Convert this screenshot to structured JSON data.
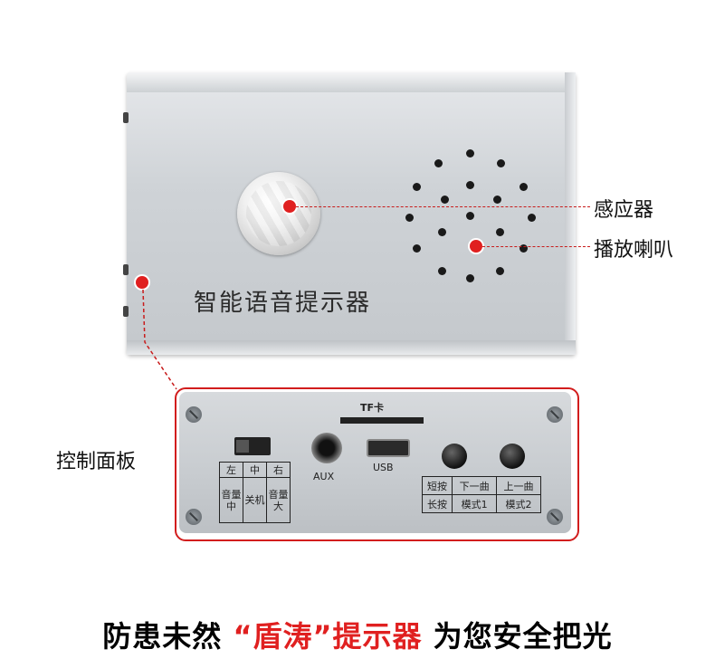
{
  "device": {
    "label": "智能语音提示器"
  },
  "callouts": {
    "sensor": "感应器",
    "speaker": "播放喇叭",
    "panel": "控制面板"
  },
  "panel": {
    "tf_label": "TF卡",
    "aux_label": "AUX",
    "usb_label": "USB",
    "switch_table": {
      "header": [
        "左",
        "中",
        "右"
      ],
      "body": [
        "音量中",
        "关机",
        "音量大"
      ]
    },
    "button_table": {
      "rows": [
        [
          "短按",
          "下一曲",
          "上一曲"
        ],
        [
          "长按",
          "模式1",
          "模式2"
        ]
      ]
    }
  },
  "slogan": {
    "part1": "防患未然 ",
    "part2": "“盾涛”提示器",
    "part3": " 为您安全把光"
  }
}
